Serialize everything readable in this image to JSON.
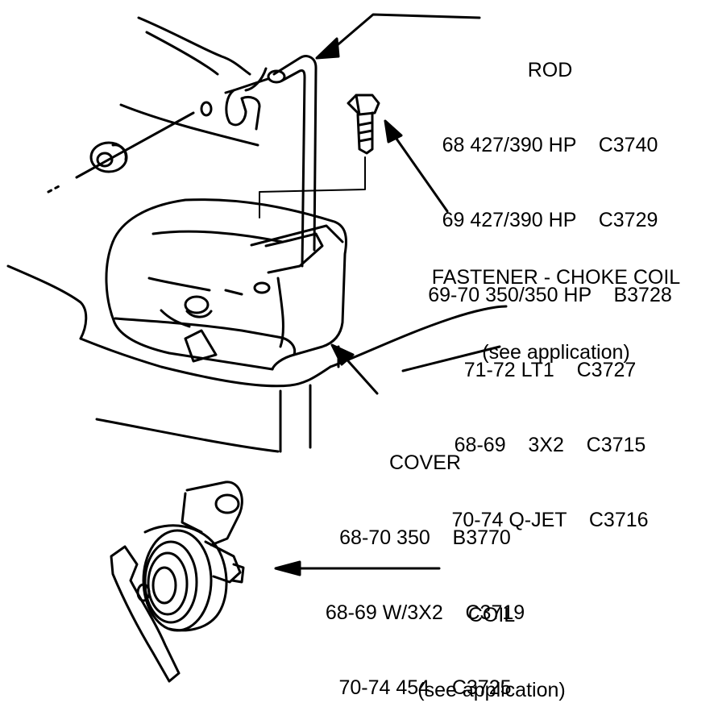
{
  "rod": {
    "title": "ROD",
    "rows": [
      "68 427/390 HP    C3740",
      "69 427/390 HP    C3729",
      "69-70 350/350 HP    B3728",
      "71-72 LT1    C3727",
      "68-69    3X2    C3715",
      "70-74 Q-JET    C3716"
    ]
  },
  "fastener": {
    "title": "FASTENER - CHOKE COIL",
    "note": "(see application)"
  },
  "cover": {
    "title": "COVER",
    "rows": [
      "68-70 350    B3770",
      "68-69 W/3X2    C3719",
      "70-74 454    C3725"
    ]
  },
  "coil": {
    "title": "COIL",
    "note": "(see application)"
  },
  "colors": {
    "ink": "#000000",
    "paper": "#ffffff"
  }
}
